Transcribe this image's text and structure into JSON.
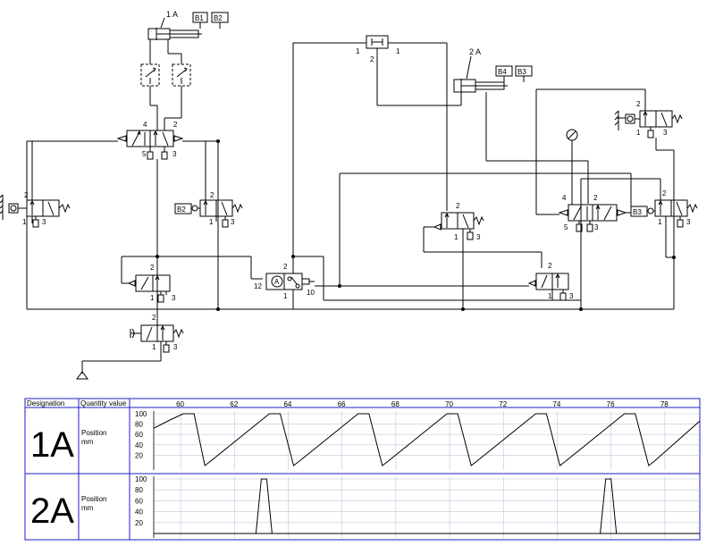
{
  "cylinders": [
    {
      "id": "cyl-1a",
      "label": "1 A",
      "sensors": [
        "B1",
        "B2"
      ]
    },
    {
      "id": "cyl-2a",
      "label": "2 A",
      "sensors": [
        "B4",
        "B3"
      ]
    }
  ],
  "valves": {
    "v_main1": {
      "ports": [
        "4",
        "2",
        "5",
        "3"
      ]
    },
    "v_limit_left": {
      "ports": [
        "2",
        "1",
        "3"
      ]
    },
    "v_b2": {
      "sensor": "B2",
      "ports": [
        "2",
        "1",
        "3"
      ]
    },
    "v_mid_left": {
      "ports": [
        "2",
        "1",
        "3"
      ]
    },
    "v_start": {
      "ports": [
        "2",
        "1",
        "3"
      ]
    },
    "shuttle_top": {
      "ports": [
        "1",
        "2",
        "1"
      ]
    },
    "v_timer": {
      "ports": [
        "2",
        "12",
        "1",
        "10"
      ]
    },
    "v_center": {
      "ports": [
        "2",
        "1",
        "3"
      ]
    },
    "v_right_low": {
      "ports": [
        "2",
        "1",
        "3"
      ]
    },
    "v_main2": {
      "ports": [
        "4",
        "2",
        "5",
        "3"
      ]
    },
    "v_b3": {
      "sensor": "B3",
      "ports": [
        "2",
        "1",
        "3"
      ]
    },
    "v_top_right": {
      "ports": [
        "2",
        "1",
        "3"
      ]
    }
  },
  "chart_data": {
    "type": "line",
    "columns": {
      "designation": "Designation",
      "quantity": "Quantity value"
    },
    "x_ticks": [
      "60",
      "62",
      "64",
      "66",
      "68",
      "70",
      "72",
      "74",
      "76",
      "78"
    ],
    "xlim": [
      59,
      79.3
    ],
    "y_ticks": [
      "100",
      "80",
      "60",
      "40",
      "20"
    ],
    "ylim": [
      0,
      100
    ],
    "rows": [
      {
        "name": "1A",
        "quantity": "Position",
        "unit": "mm",
        "x": [
          59.0,
          59.6,
          60.1,
          60.3,
          60.5,
          60.9,
          61.1,
          63.3,
          63.5,
          63.7,
          64.2,
          64.4,
          66.6,
          66.8,
          67.0,
          67.5,
          67.7,
          69.9,
          70.1,
          70.3,
          70.8,
          71.0,
          73.2,
          73.4,
          73.6,
          74.1,
          74.3,
          76.5,
          76.7,
          76.9,
          77.4,
          77.6,
          79.3
        ],
        "y": [
          72,
          88,
          100,
          100,
          100,
          0,
          8,
          100,
          100,
          100,
          0,
          8,
          100,
          100,
          100,
          0,
          8,
          100,
          100,
          100,
          0,
          8,
          100,
          100,
          100,
          0,
          8,
          100,
          100,
          100,
          0,
          8,
          86
        ]
      },
      {
        "name": "2A",
        "quantity": "Position",
        "unit": "mm",
        "x": [
          59.0,
          62.8,
          63.0,
          63.2,
          63.4,
          79.3
        ],
        "y": [
          0,
          0,
          100,
          100,
          0,
          0
        ],
        "x2": [
          59.0,
          75.6,
          75.8,
          76.0,
          76.2,
          79.3
        ],
        "y2": [
          0,
          0,
          100,
          100,
          0,
          0
        ]
      }
    ]
  }
}
